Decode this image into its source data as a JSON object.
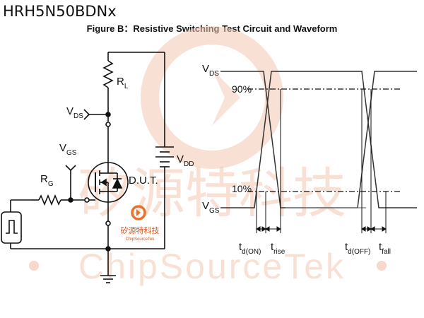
{
  "header": {
    "part_number": "HRH5N50BDNx",
    "figure_title": "Figure B：Resistive Switching Test Circuit and Waveform"
  },
  "watermark": {
    "chinese": "矽源特科技",
    "latin": "ChipSourceTek",
    "color": "#f3c7b3"
  },
  "logo": {
    "name": "矽源特科技",
    "sub": "ChipSourceTek",
    "ring_color": "#e8722b",
    "text_color": "#d2521c"
  },
  "circuit": {
    "rl": {
      "main": "R",
      "sub": "L"
    },
    "vds": {
      "main": "V",
      "sub": "DS"
    },
    "vgs": {
      "main": "V",
      "sub": "GS"
    },
    "rg": {
      "main": "R",
      "sub": "G"
    },
    "vdd": {
      "main": "V",
      "sub": "DD"
    },
    "dut": "D.U.T."
  },
  "waveform": {
    "vds": {
      "main": "V",
      "sub": "DS"
    },
    "vgs": {
      "main": "V",
      "sub": "GS"
    },
    "level_90": "90%",
    "level_10": "10%",
    "td_on": {
      "main": "t",
      "sub": "d(ON)"
    },
    "t_rise": {
      "main": "t",
      "sub": "rise"
    },
    "td_off": {
      "main": "t",
      "sub": "d(OFF)"
    },
    "t_fall": {
      "main": "t",
      "sub": "fall"
    }
  }
}
